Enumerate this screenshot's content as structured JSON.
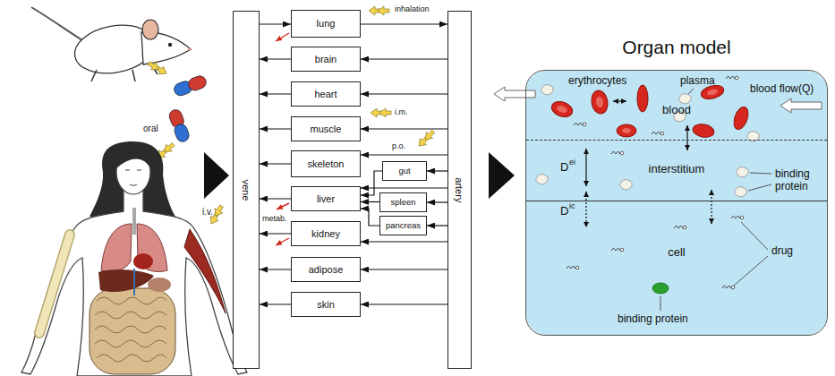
{
  "diagram": {
    "nodes": [
      {
        "text": [
          "vene"
        ]
      },
      {
        "text": [
          "lung"
        ]
      },
      {
        "text": [
          "brain"
        ]
      },
      {
        "text": [
          "heart"
        ]
      },
      {
        "text": [
          "muscle"
        ]
      },
      {
        "text": [
          "skeleton"
        ]
      },
      {
        "text": [
          "liver"
        ]
      },
      {
        "text": [
          "kidney"
        ]
      },
      {
        "text": [
          "adipose"
        ]
      },
      {
        "text": [
          "skin"
        ]
      },
      {
        "text": [
          "gut"
        ]
      },
      {
        "text": [
          "spleen"
        ]
      },
      {
        "text": [
          "pancreas"
        ]
      },
      {
        "text": [
          "artery"
        ]
      },
      {
        "text": [
          "Organ model"
        ]
      },
      {
        "text": [
          "blood"
        ],
        "in": 14
      },
      {
        "text": [
          "interstitium"
        ],
        "in": 14
      },
      {
        "text": [
          "cell"
        ],
        "in": 14
      }
    ],
    "edges": [
      {
        "from": 0,
        "to": 1,
        "arrow": "to"
      },
      {
        "from": 1,
        "to": 13,
        "arrow": "to"
      },
      {
        "from": 13,
        "to": 2,
        "arrow": "to"
      },
      {
        "from": 13,
        "to": 3,
        "arrow": "to"
      },
      {
        "from": 13,
        "to": 4,
        "arrow": "to"
      },
      {
        "from": 13,
        "to": 5,
        "arrow": "to"
      },
      {
        "from": 13,
        "to": 6,
        "arrow": "to"
      },
      {
        "from": 13,
        "to": 7,
        "arrow": "to"
      },
      {
        "from": 13,
        "to": 8,
        "arrow": "to"
      },
      {
        "from": 13,
        "to": 9,
        "arrow": "to"
      },
      {
        "from": 2,
        "to": 0,
        "arrow": "to"
      },
      {
        "from": 3,
        "to": 0,
        "arrow": "to"
      },
      {
        "from": 4,
        "to": 0,
        "arrow": "to"
      },
      {
        "from": 5,
        "to": 0,
        "arrow": "to"
      },
      {
        "from": 6,
        "to": 0,
        "arrow": "to"
      },
      {
        "from": 7,
        "to": 0,
        "arrow": "to"
      },
      {
        "from": 8,
        "to": 0,
        "arrow": "to"
      },
      {
        "from": 9,
        "to": 0,
        "arrow": "to"
      },
      {
        "from": 13,
        "to": 10,
        "arrow": "to"
      },
      {
        "from": 13,
        "to": 11,
        "arrow": "to"
      },
      {
        "from": 13,
        "to": 12,
        "arrow": "to"
      },
      {
        "from": 10,
        "to": 6,
        "arrow": "to"
      },
      {
        "from": 11,
        "to": 6,
        "arrow": "to"
      },
      {
        "from": 12,
        "to": 6,
        "arrow": "to"
      }
    ],
    "labels": [
      "oral",
      "i.v.",
      "inhalation",
      "i.m.",
      "p.o.",
      "metab.",
      "erythrocytes",
      "plasma",
      "blood flow(Q)",
      "D",
      "ei",
      "D",
      "ic",
      "binding protein",
      "drug",
      "binding protein"
    ]
  }
}
